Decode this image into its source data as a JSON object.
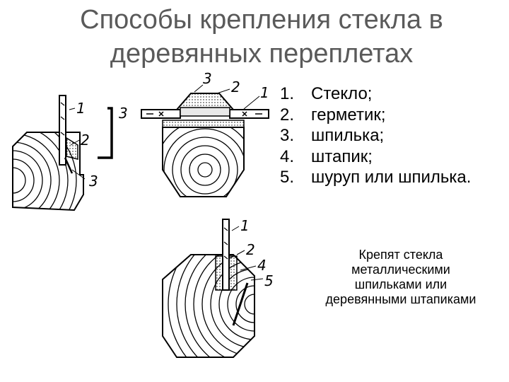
{
  "title": "Способы крепления стекла в деревянных переплетах",
  "list": [
    {
      "num": "1.",
      "text": "Стекло;"
    },
    {
      "num": "2.",
      "text": "герметик;"
    },
    {
      "num": "3.",
      "text": "шпилька;"
    },
    {
      "num": "4.",
      "text": "штапик;"
    },
    {
      "num": "5.",
      "text": "шуруп или шпилька."
    }
  ],
  "note": "Крепят стекла металлическими шпильками или деревянными штапиками",
  "figures": {
    "left": [
      "1",
      "2",
      "3",
      "3"
    ],
    "middle": [
      "3",
      "2",
      "1"
    ],
    "bottom": [
      "1",
      "2",
      "4",
      "5"
    ]
  }
}
